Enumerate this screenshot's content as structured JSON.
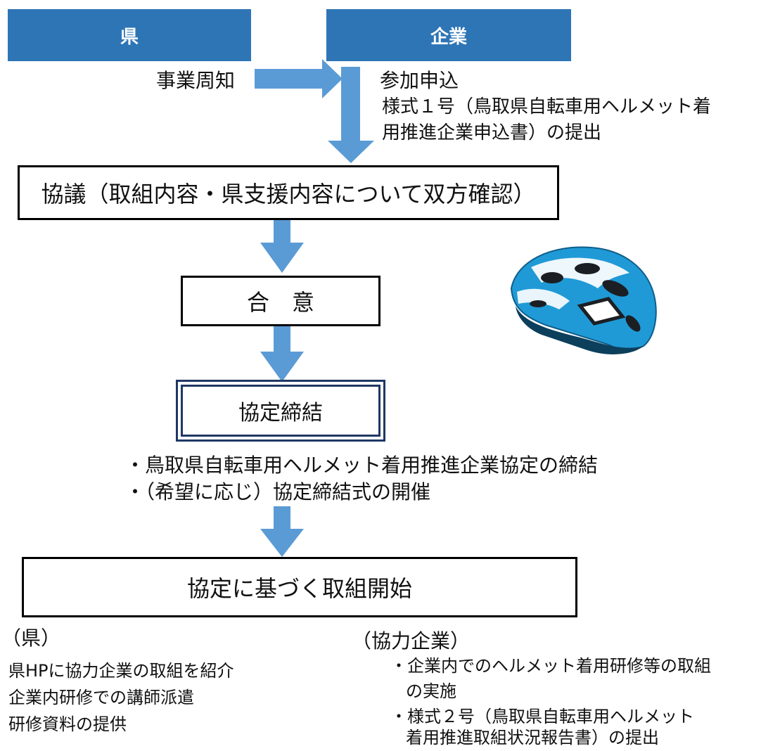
{
  "colors": {
    "header_fill": "#2e75b6",
    "arrow_fill": "#5b9bd5",
    "double_border": "#1f3864",
    "helmet_blue": "#1f9ad6"
  },
  "headers": {
    "prefecture": "県",
    "company": "企業"
  },
  "top": {
    "announce": "事業周知",
    "apply": "参加申込",
    "apply_detail_1": "様式１号（鳥取県自転車用ヘルメット着",
    "apply_detail_2": "用推進企業申込書）の提出"
  },
  "steps": {
    "consultation": "協議（取組内容・県支援内容について双方確認）",
    "agreement": "合　意",
    "conclusion": "協定締結",
    "start": "協定に基づく取組開始"
  },
  "conclusion_notes": [
    "・鳥取県自転車用ヘルメット着用推進企業協定の締結",
    "・（希望に応じ）協定締結式の開催"
  ],
  "prefecture_section": {
    "heading": "（県）",
    "items": [
      "県HPに協力企業の取組を紹介",
      "企業内研修での講師派遣",
      "研修資料の提供"
    ]
  },
  "company_section": {
    "heading": "（協力企業）",
    "items": [
      "・企業内でのヘルメット着用研修等の取組",
      "の実施",
      "・様式２号（鳥取県自転車用ヘルメット",
      "着用推進取組状況報告書）の提出"
    ]
  },
  "illustration": {
    "icon": "bicycle-helmet-icon"
  }
}
